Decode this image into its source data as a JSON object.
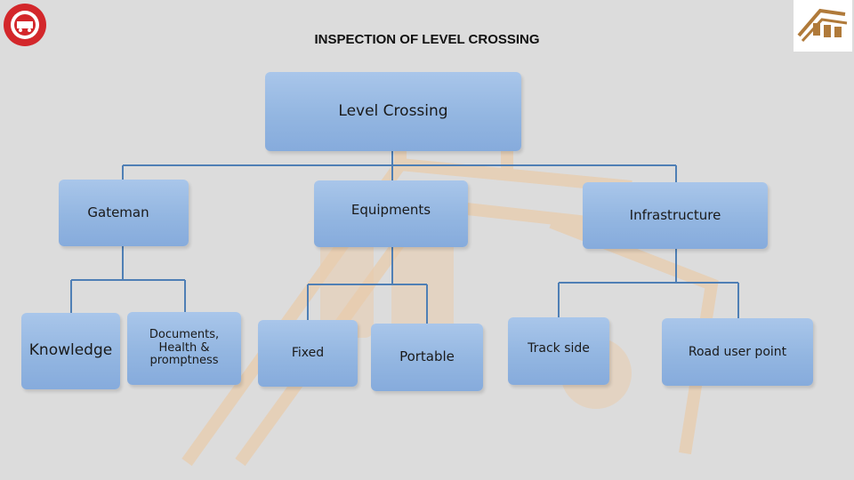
{
  "header": {
    "title": "INSPECTION OF LEVEL CROSSING"
  },
  "colors": {
    "node_fill": "#93b6e1",
    "connector": "#4f7fb5",
    "watermark": "#e8c9a9",
    "emblem_red": "#d3272b"
  },
  "icons": {
    "left_logo": "indian-railways-emblem-icon",
    "right_logo": "railway-institute-logo-icon"
  },
  "diagram": {
    "root": {
      "label": "Level Crossing"
    },
    "branches": [
      {
        "label": "Gateman",
        "children": [
          {
            "label": "Knowledge"
          },
          {
            "label": "Documents,\nHealth &\npromptness"
          }
        ]
      },
      {
        "label": "Equipments",
        "children": [
          {
            "label": "Fixed"
          },
          {
            "label": "Portable"
          }
        ]
      },
      {
        "label": "Infrastructure",
        "children": [
          {
            "label": "Track side"
          },
          {
            "label": "Road user point"
          }
        ]
      }
    ]
  }
}
